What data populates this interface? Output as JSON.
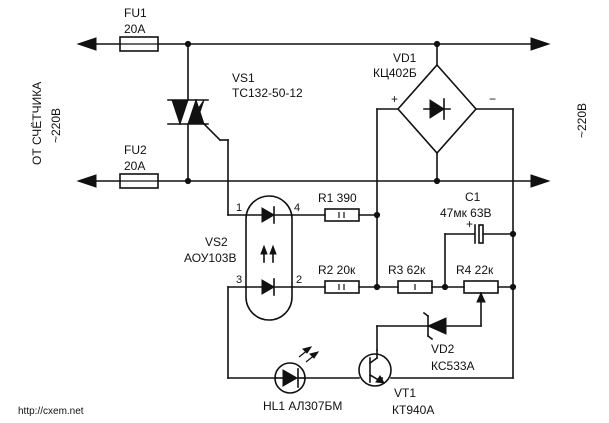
{
  "labels": {
    "fu1_ref": "FU1",
    "fu1_val": "20A",
    "fu2_ref": "FU2",
    "fu2_val": "20A",
    "vs1_ref": "VS1",
    "vs1_val": "TC132-50-12",
    "vd1_ref": "VD1",
    "vd1_val": "КЦ402Б",
    "vd1_plus": "+",
    "vd1_minus": "−",
    "vs2_ref": "VS2",
    "vs2_val": "АОУ103В",
    "pin1": "1",
    "pin2": "2",
    "pin3": "3",
    "pin4": "4",
    "r1": "R1 390",
    "r2": "R2 20к",
    "r3": "R3 62к",
    "r4": "R4 22к",
    "c1_ref": "C1",
    "c1_val": "47мк 63В",
    "c1_plus": "+",
    "vd2_ref": "VD2",
    "vd2_val": "КС533А",
    "vt1_ref": "VT1",
    "vt1_val": "КТ940А",
    "hl1": "HL1 АЛ307БМ",
    "left_side_1": "ОТ СЧЁТЧИКА",
    "left_side_2": "~220В",
    "right_side": "~220В",
    "url": "http://cxem.net"
  }
}
